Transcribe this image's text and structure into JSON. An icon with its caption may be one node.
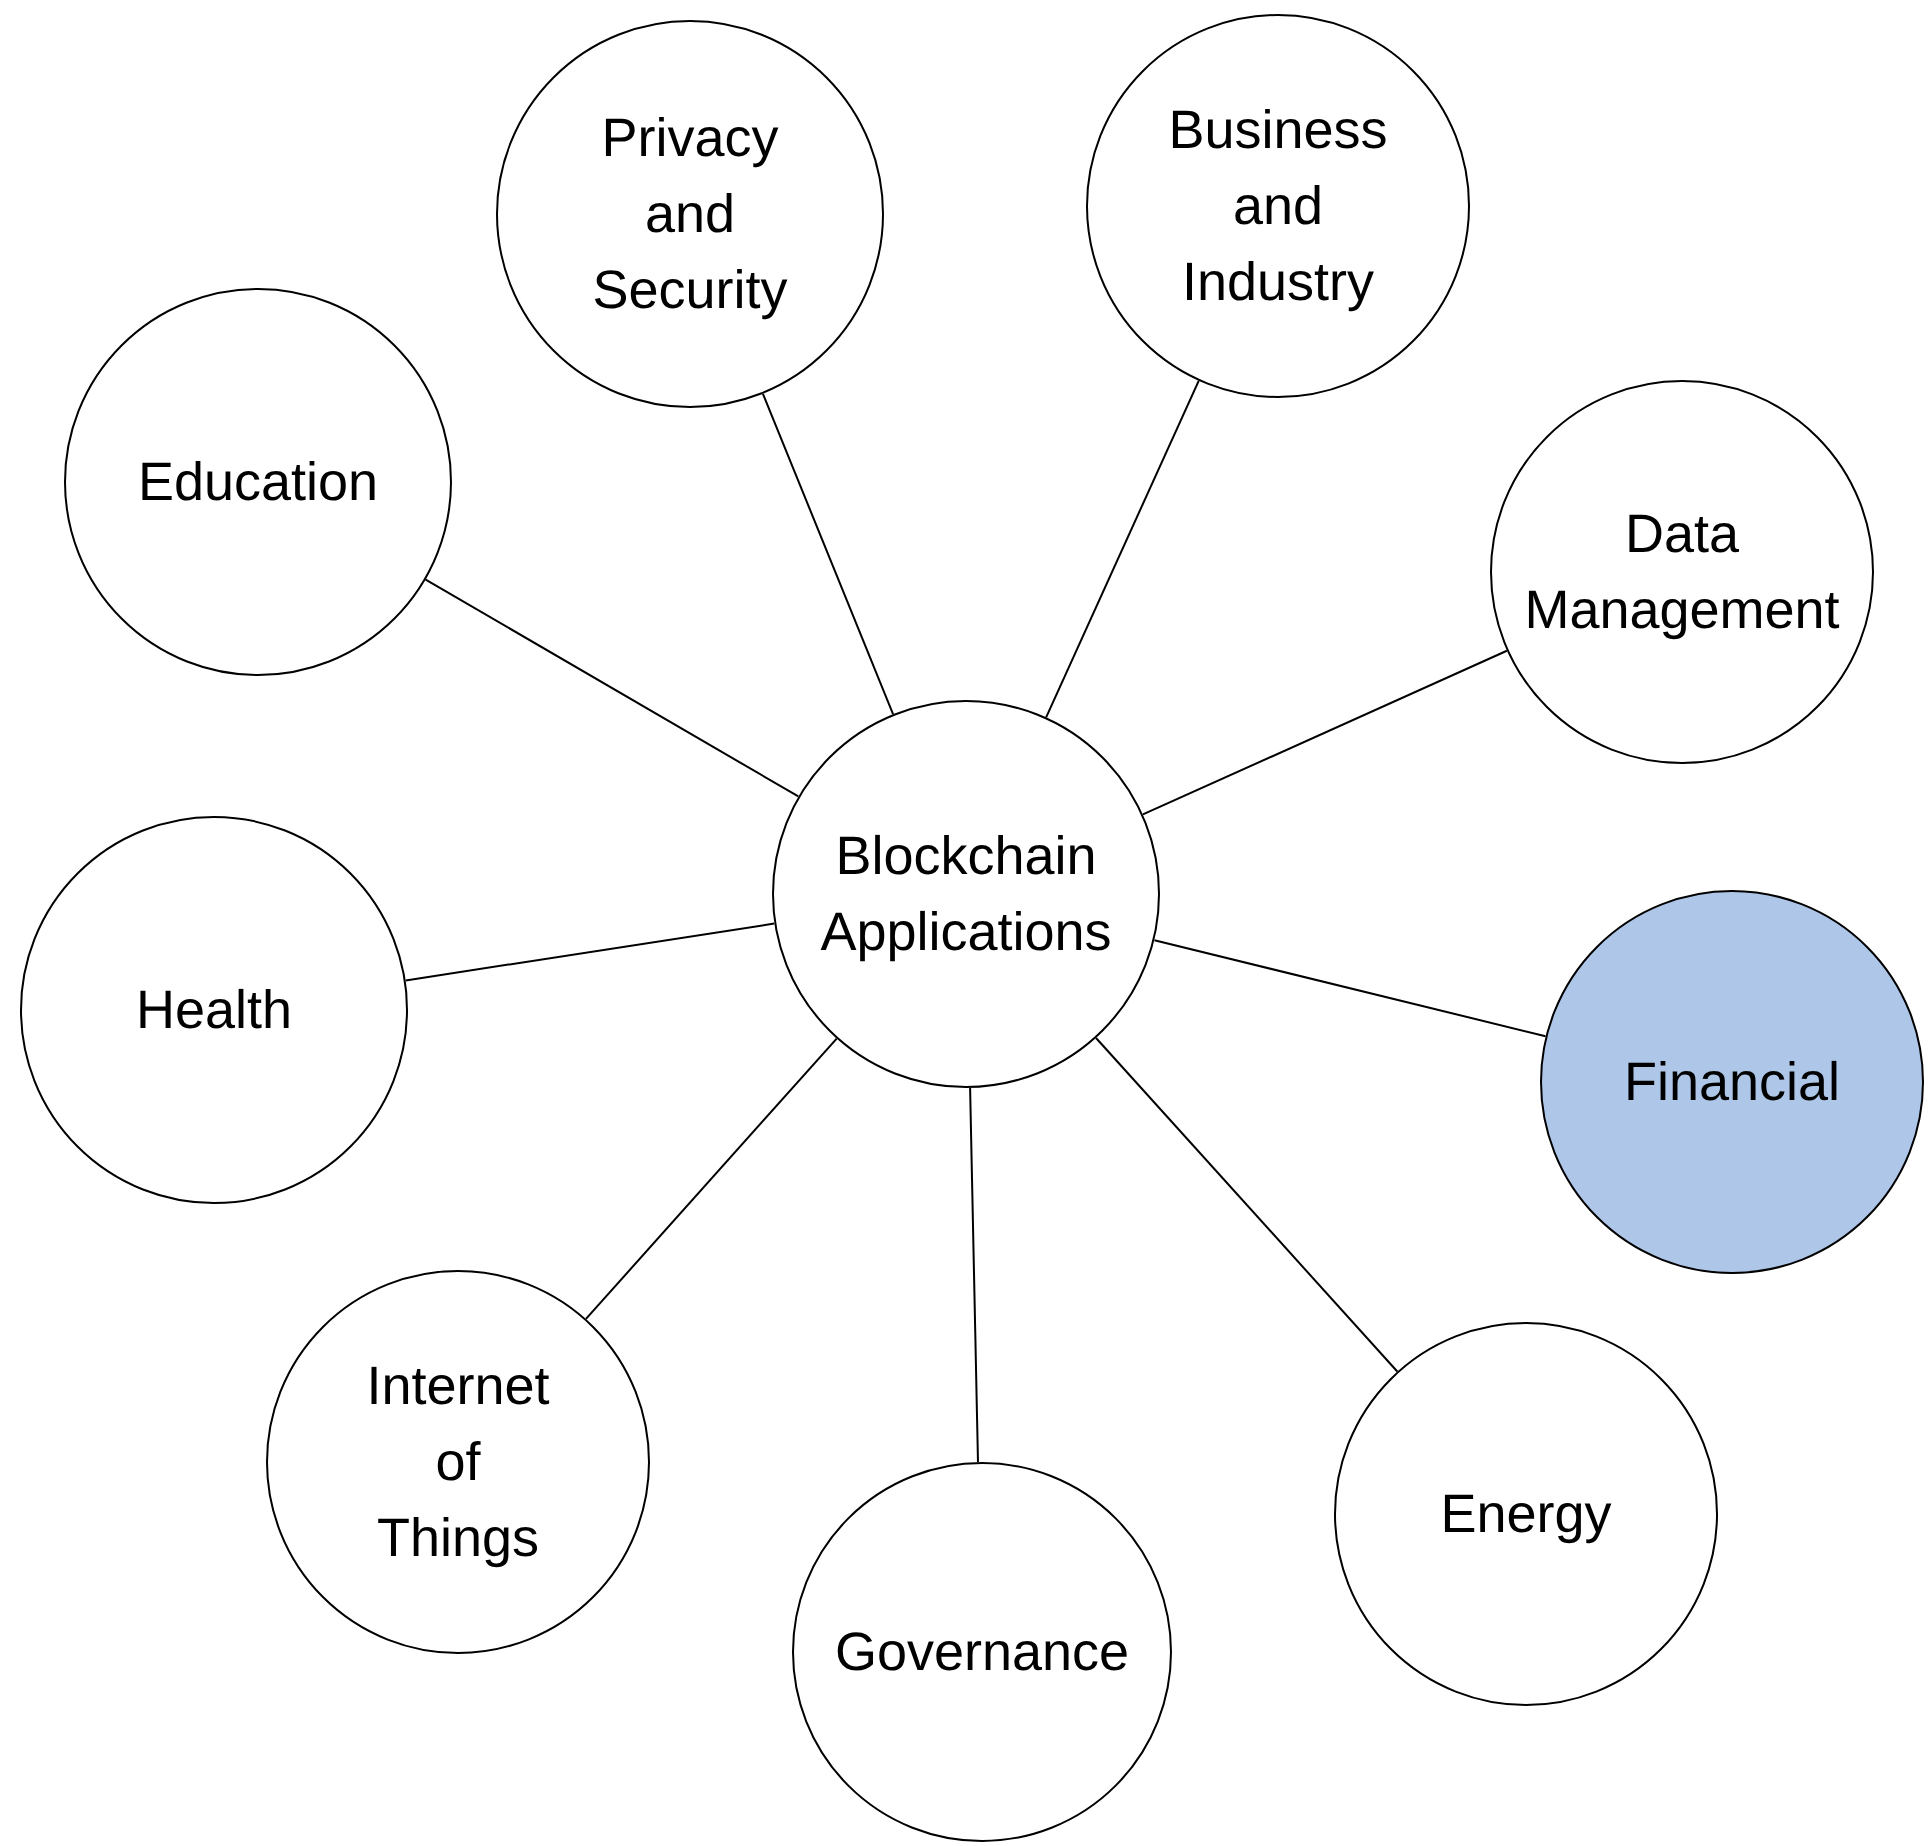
{
  "diagram": {
    "nodes": [
      {
        "text": [
          "Blockchain Applications"
        ]
      },
      {
        "text": [
          "Privacy and Security"
        ]
      },
      {
        "text": [
          "Business and Industry"
        ]
      },
      {
        "text": [
          "Education"
        ]
      },
      {
        "text": [
          "Data Management"
        ]
      },
      {
        "text": [
          "Health"
        ]
      },
      {
        "text": [
          "Financial"
        ]
      },
      {
        "text": [
          "Energy"
        ]
      },
      {
        "text": [
          "Internet of Things"
        ]
      },
      {
        "text": [
          "Governance"
        ]
      }
    ],
    "edges": [
      {
        "from": 0,
        "to": 1,
        "arrow": "none"
      },
      {
        "from": 0,
        "to": 2,
        "arrow": "none"
      },
      {
        "from": 0,
        "to": 3,
        "arrow": "none"
      },
      {
        "from": 0,
        "to": 4,
        "arrow": "none"
      },
      {
        "from": 0,
        "to": 5,
        "arrow": "none"
      },
      {
        "from": 0,
        "to": 6,
        "arrow": "none"
      },
      {
        "from": 0,
        "to": 7,
        "arrow": "none"
      },
      {
        "from": 0,
        "to": 8,
        "arrow": "none"
      },
      {
        "from": 0,
        "to": 9,
        "arrow": "none"
      }
    ]
  }
}
